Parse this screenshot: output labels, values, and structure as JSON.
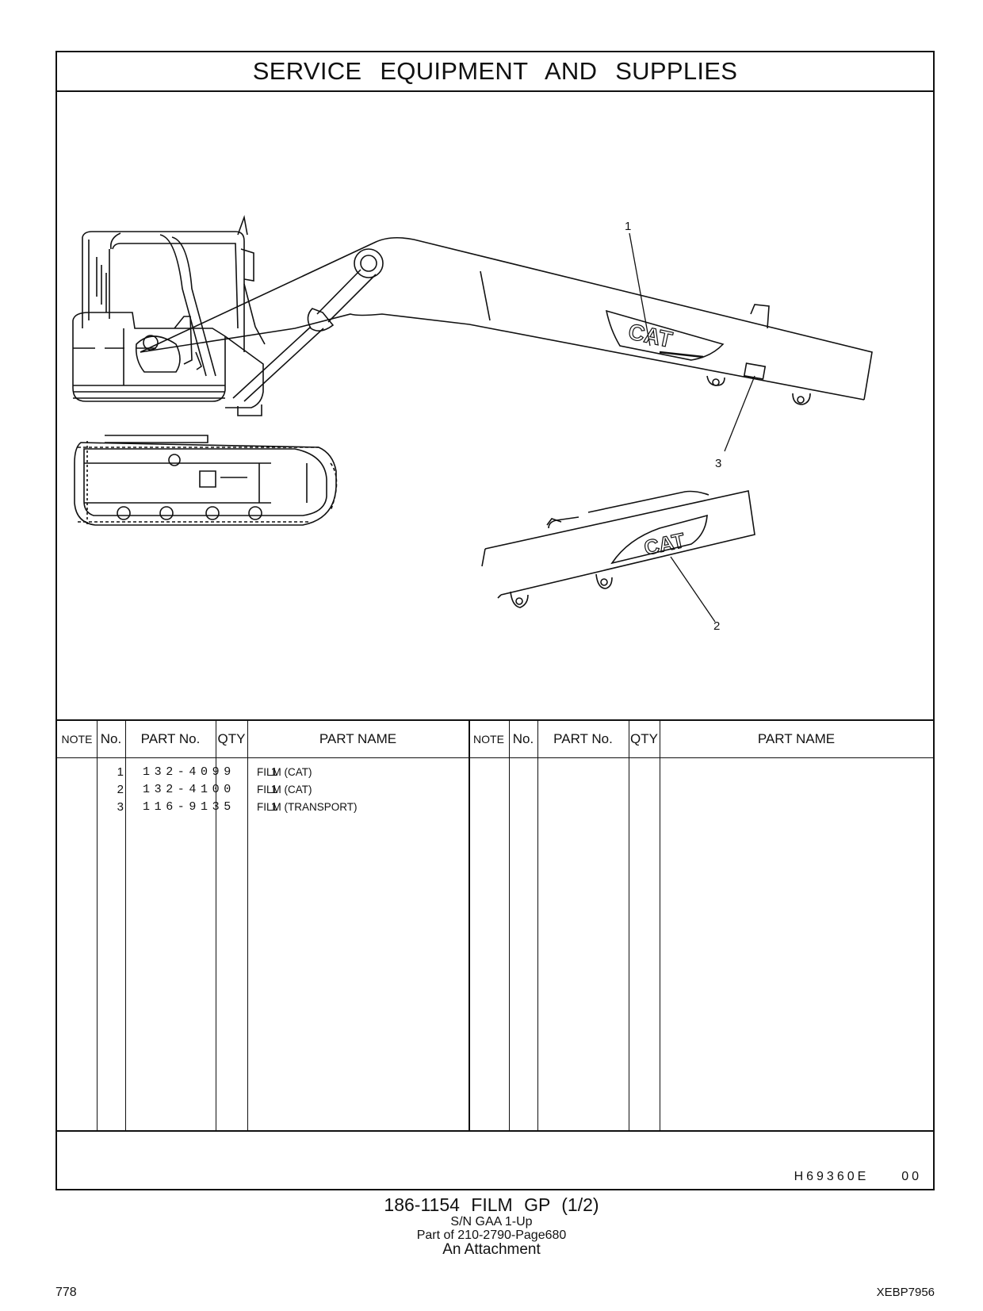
{
  "header": {
    "title": "SERVICE EQUIPMENT AND SUPPLIES"
  },
  "figure": {
    "callouts": [
      "1",
      "2",
      "3"
    ],
    "decal_text": "CAT",
    "figure_code": "H69360E",
    "figure_rev": "00"
  },
  "table": {
    "headers": [
      "NOTE",
      "No.",
      "PART No.",
      "QTY",
      "PART NAME",
      "NOTE",
      "No.",
      "PART No.",
      "QTY",
      "PART NAME"
    ],
    "rows": [
      {
        "no": "1",
        "part_no": "132-4099",
        "qty": "1",
        "name": "FILM (CAT)"
      },
      {
        "no": "2",
        "part_no": "132-4100",
        "qty": "1",
        "name": "FILM (CAT)"
      },
      {
        "no": "3",
        "part_no": "116-9135",
        "qty": "1",
        "name": "FILM (TRANSPORT)"
      }
    ]
  },
  "caption": {
    "title": "186-1154 FILM GP (1/2)",
    "serial": "S/N GAA 1-Up",
    "part_of": "Part of 210-2790-Page680",
    "attachment": "An Attachment"
  },
  "footer": {
    "page_number": "778",
    "doc_code": "XEBP7956"
  }
}
